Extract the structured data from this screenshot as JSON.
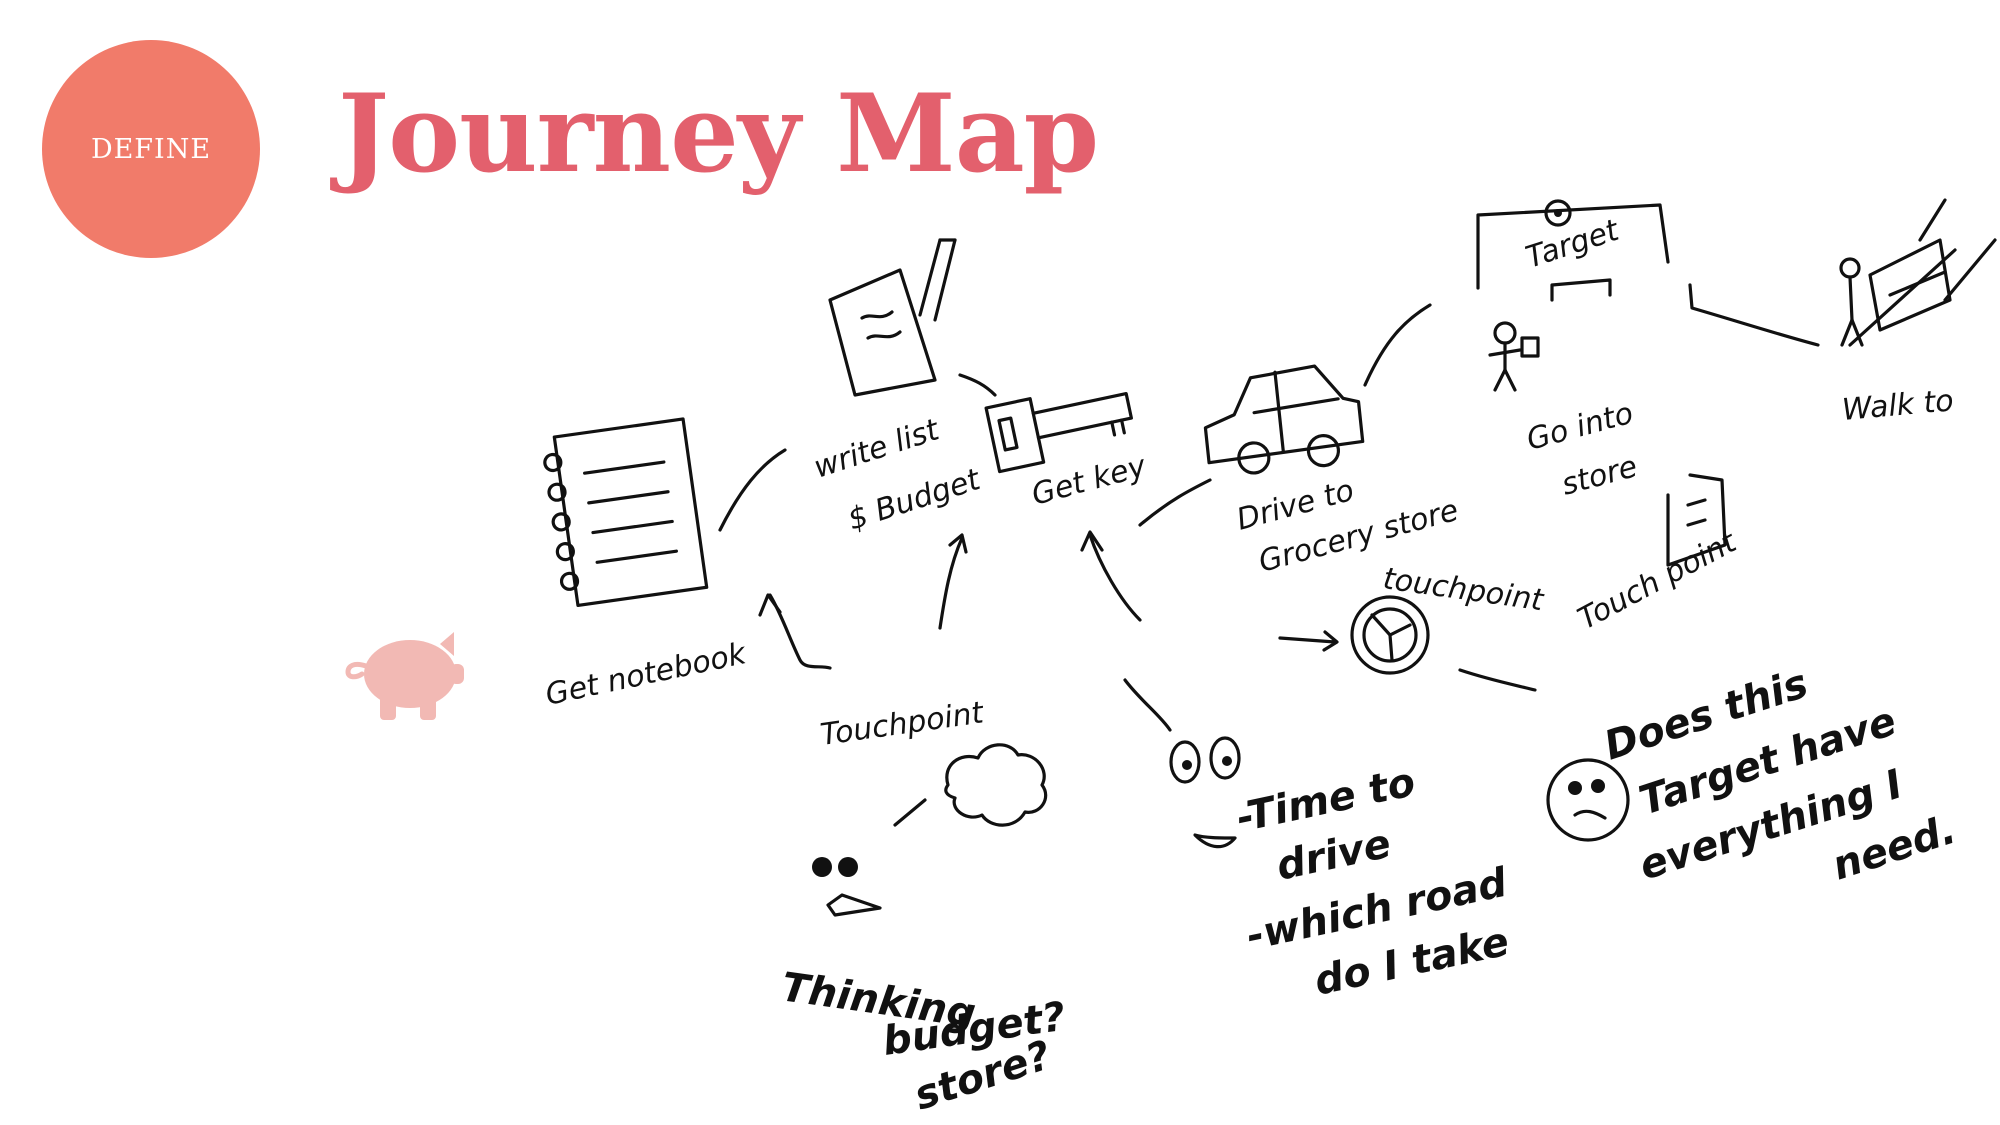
{
  "header": {
    "badge_label": "DEFINE",
    "title": "Journey Map"
  },
  "colors": {
    "badge": "#f17b6a",
    "title": "#e3606d",
    "piggy": "#f2b9b4",
    "ink": "#111111"
  },
  "icons": {
    "persona": "piggy-bank-icon"
  },
  "journey_steps": {
    "get_notebook": "Get notebook",
    "write_list": "write list",
    "budget": "$ Budget",
    "get_keys": "Get key",
    "drive_line1": "Drive to",
    "drive_line2": "Grocery store",
    "store_sign": "Target",
    "go_into_line1": "Go into",
    "go_into_line2": "store",
    "walk": "Walk to"
  },
  "touchpoints": {
    "touchpoint_1": "Touchpoint",
    "touchpoint_2": "touchpoint",
    "touchpoint_3": "Touch point"
  },
  "emotions": {
    "thinking_line1": "Thinking",
    "thinking_line2": "budget?",
    "thinking_line3": "store?",
    "drive_line1": "-Time to",
    "drive_line2": "drive",
    "drive_line3": "-which road",
    "drive_line4": "do I take",
    "store_line1": "Does this",
    "store_line2": "Target have",
    "store_line3": "everything I",
    "store_line4": "need."
  }
}
